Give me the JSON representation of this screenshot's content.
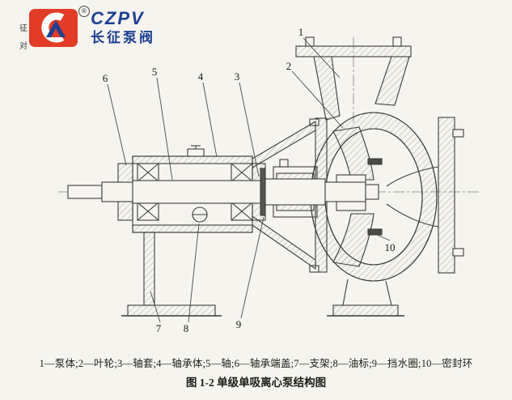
{
  "page": {
    "background": "#f5f4ef"
  },
  "logo": {
    "reg_mark": "®",
    "brand_acronym": "CZPV",
    "brand_name": "长征泵阀",
    "side_char_top": "征",
    "side_char_bottom": "对",
    "brand_color": "#1c3f94",
    "mark_red": "#e23b26",
    "mark_blue": "#1c3f94"
  },
  "diagram": {
    "description": "单级单吸离心泵剖面结构图",
    "callouts": [
      {
        "num": "1",
        "label": "泵体"
      },
      {
        "num": "2",
        "label": "叶轮"
      },
      {
        "num": "3",
        "label": "轴套"
      },
      {
        "num": "4",
        "label": "轴承体"
      },
      {
        "num": "5",
        "label": "轴"
      },
      {
        "num": "6",
        "label": "轴承端盖"
      },
      {
        "num": "7",
        "label": "支架"
      },
      {
        "num": "8",
        "label": "油标"
      },
      {
        "num": "9",
        "label": "挡水圈"
      },
      {
        "num": "10",
        "label": "密封环"
      }
    ]
  },
  "caption": {
    "parts_line": "1—泵体;2—叶轮;3—轴套;4—轴承体;5—轴;6—轴承端盖;7—支架;8—油标;9—挡水圈;10—密封环",
    "figure_title": "图 1-2  单级单吸离心泵结构图"
  }
}
